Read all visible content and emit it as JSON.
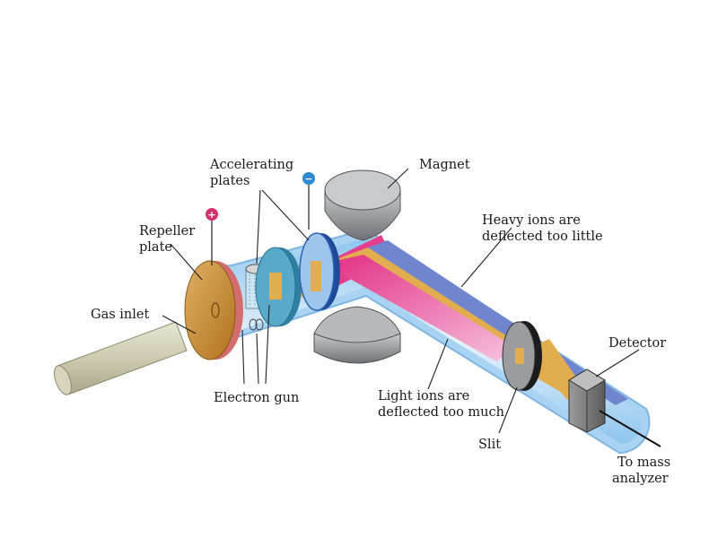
{
  "labels": {
    "accelerating_plates_1": "Accelerating",
    "accelerating_plates_2": "plates",
    "magnet": "Magnet",
    "repeller_plate_1": "Repeller",
    "repeller_plate_2": "plate",
    "heavy_ions_1": "Heavy ions are",
    "heavy_ions_2": "deflected too little",
    "gas_inlet": "Gas inlet",
    "detector": "Detector",
    "electron_gun": "Electron gun",
    "light_ions_1": "Light ions are",
    "light_ions_2": "deflected too much",
    "slit": "Slit",
    "to_mass_analyzer_1": "To mass",
    "to_mass_analyzer_2": "analyzer"
  },
  "signs": {
    "positive": "+",
    "negative": "−"
  },
  "colors": {
    "tube_glow": "#a9d3f2",
    "beam_main": "#e2ad4f",
    "beam_heavy": "#6f86cf",
    "beam_light": "#e43e8c",
    "magnet": "#8d8f95",
    "repeller": "#c98a2f",
    "plate_teal": "#5aa9c9",
    "plate_blue": "#2f63b5",
    "positive_terminal": "#d4326f",
    "negative_terminal": "#2d8bd0"
  }
}
